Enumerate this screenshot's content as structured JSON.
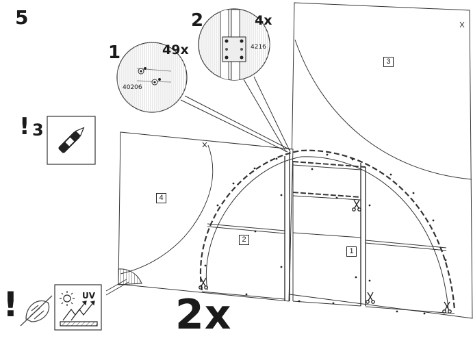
{
  "step_number": "5",
  "callout_1": {
    "number": "1",
    "quantity": "49x",
    "part_code": "40206"
  },
  "callout_2": {
    "number": "2",
    "quantity": "4x",
    "part_code": "4216"
  },
  "tool_warning": {
    "mark": "!",
    "number": "3",
    "icon": "utility-knife-icon"
  },
  "uv_warning": {
    "mark": "!",
    "label": "UV",
    "icons": [
      "no-cleaning-agent-icon",
      "sun-uv-icon"
    ]
  },
  "panel_labels": [
    "3",
    "4",
    "2",
    "1"
  ],
  "quantity_multiplier": "2x"
}
